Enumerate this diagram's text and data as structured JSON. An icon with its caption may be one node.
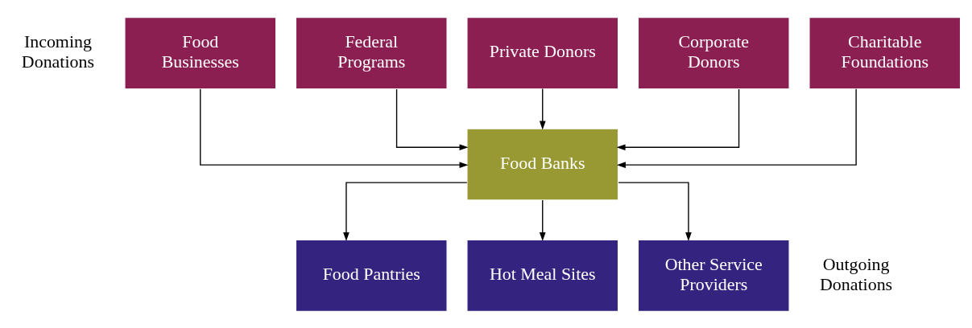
{
  "diagram": {
    "nodes": [
      {
        "text": [
          "Food Businesses"
        ]
      },
      {
        "text": [
          "Federal Programs"
        ]
      },
      {
        "text": [
          "Private Donors"
        ]
      },
      {
        "text": [
          "Corporate Donors"
        ]
      },
      {
        "text": [
          "Charitable Foundations"
        ]
      },
      {
        "text": [
          "Food Banks"
        ]
      },
      {
        "text": [
          "Food Pantries"
        ]
      },
      {
        "text": [
          "Hot Meal Sites"
        ]
      },
      {
        "text": [
          "Other Service Providers"
        ]
      }
    ],
    "edges": [
      {
        "from": 0,
        "to": 5,
        "arrow": "to"
      },
      {
        "from": 1,
        "to": 5,
        "arrow": "to"
      },
      {
        "from": 2,
        "to": 5,
        "arrow": "to"
      },
      {
        "from": 3,
        "to": 5,
        "arrow": "to"
      },
      {
        "from": 4,
        "to": 5,
        "arrow": "to"
      },
      {
        "from": 5,
        "to": 6,
        "arrow": "to"
      },
      {
        "from": 5,
        "to": 7,
        "arrow": "to"
      },
      {
        "from": 5,
        "to": 8,
        "arrow": "to"
      }
    ],
    "labels": [
      "Incoming Donations",
      "Outgoing Donations"
    ]
  }
}
